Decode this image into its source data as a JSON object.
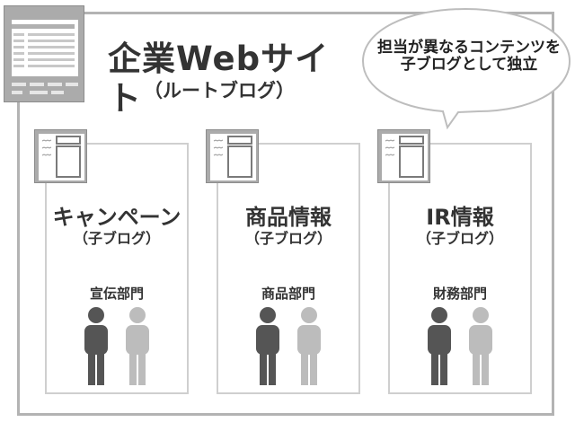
{
  "root": {
    "title": "企業Webサイト",
    "subtitle": "（ルートブログ）"
  },
  "callout": {
    "line1": "担当が異なるコンテンツを",
    "line2": "子ブログとして独立"
  },
  "children": [
    {
      "title": "キャンペーン",
      "subtitle": "（子ブログ）",
      "department": "宣伝部門"
    },
    {
      "title": "商品情報",
      "subtitle": "（子ブログ）",
      "department": "商品部門"
    },
    {
      "title": "IR情報",
      "subtitle": "（子ブログ）",
      "department": "財務部門"
    }
  ],
  "colors": {
    "frame": "#b3b3b3",
    "child_border": "#cfcfcf",
    "icon_gray": "#ababab",
    "person_dark": "#555555",
    "person_light": "#bcbcbc",
    "text": "#333333"
  }
}
